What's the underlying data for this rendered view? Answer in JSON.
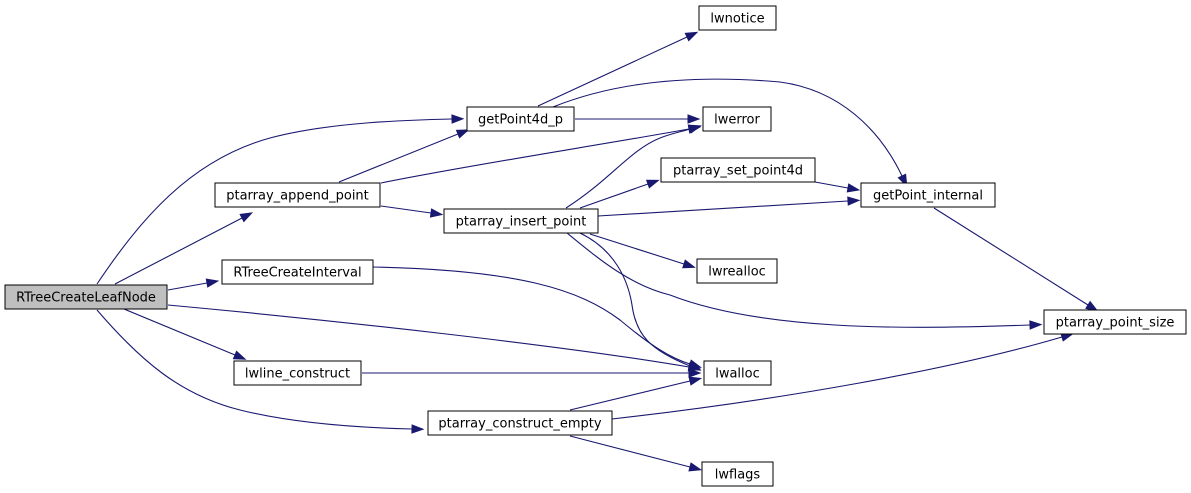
{
  "graph": {
    "colors": {
      "edge": "#191970",
      "root_fill": "#bfbfbf",
      "node_fill": "#ffffff",
      "node_border": "#000000"
    },
    "nodes": [
      {
        "id": "RTreeCreateLeafNode",
        "label": "RTreeCreateLeafNode",
        "root": true
      },
      {
        "id": "getPoint4d_p",
        "label": "getPoint4d_p"
      },
      {
        "id": "ptarray_append_point",
        "label": "ptarray_append_point"
      },
      {
        "id": "RTreeCreateInterval",
        "label": "RTreeCreateInterval"
      },
      {
        "id": "lwline_construct",
        "label": "lwline_construct"
      },
      {
        "id": "ptarray_construct_empty",
        "label": "ptarray_construct_empty"
      },
      {
        "id": "lwnotice",
        "label": "lwnotice"
      },
      {
        "id": "lwerror",
        "label": "lwerror"
      },
      {
        "id": "ptarray_set_point4d",
        "label": "ptarray_set_point4d"
      },
      {
        "id": "ptarray_insert_point",
        "label": "ptarray_insert_point"
      },
      {
        "id": "lwrealloc",
        "label": "lwrealloc"
      },
      {
        "id": "lwalloc",
        "label": "lwalloc"
      },
      {
        "id": "lwflags",
        "label": "lwflags"
      },
      {
        "id": "getPoint_internal",
        "label": "getPoint_internal"
      },
      {
        "id": "ptarray_point_size",
        "label": "ptarray_point_size"
      }
    ],
    "edges": [
      {
        "from": "RTreeCreateLeafNode",
        "to": "getPoint4d_p"
      },
      {
        "from": "RTreeCreateLeafNode",
        "to": "ptarray_append_point"
      },
      {
        "from": "RTreeCreateLeafNode",
        "to": "RTreeCreateInterval"
      },
      {
        "from": "RTreeCreateLeafNode",
        "to": "lwline_construct"
      },
      {
        "from": "RTreeCreateLeafNode",
        "to": "ptarray_construct_empty"
      },
      {
        "from": "RTreeCreateLeafNode",
        "to": "lwalloc"
      },
      {
        "from": "getPoint4d_p",
        "to": "lwnotice"
      },
      {
        "from": "getPoint4d_p",
        "to": "lwerror"
      },
      {
        "from": "getPoint4d_p",
        "to": "getPoint_internal"
      },
      {
        "from": "ptarray_append_point",
        "to": "getPoint4d_p"
      },
      {
        "from": "ptarray_append_point",
        "to": "lwerror"
      },
      {
        "from": "ptarray_append_point",
        "to": "ptarray_insert_point"
      },
      {
        "from": "ptarray_insert_point",
        "to": "lwerror"
      },
      {
        "from": "ptarray_insert_point",
        "to": "ptarray_set_point4d"
      },
      {
        "from": "ptarray_insert_point",
        "to": "getPoint_internal"
      },
      {
        "from": "ptarray_insert_point",
        "to": "lwrealloc"
      },
      {
        "from": "ptarray_insert_point",
        "to": "ptarray_point_size"
      },
      {
        "from": "ptarray_insert_point",
        "to": "lwalloc"
      },
      {
        "from": "ptarray_set_point4d",
        "to": "getPoint_internal"
      },
      {
        "from": "getPoint_internal",
        "to": "ptarray_point_size"
      },
      {
        "from": "RTreeCreateInterval",
        "to": "lwalloc"
      },
      {
        "from": "lwline_construct",
        "to": "lwalloc"
      },
      {
        "from": "ptarray_construct_empty",
        "to": "lwalloc"
      },
      {
        "from": "ptarray_construct_empty",
        "to": "ptarray_point_size"
      },
      {
        "from": "ptarray_construct_empty",
        "to": "lwflags"
      }
    ]
  }
}
